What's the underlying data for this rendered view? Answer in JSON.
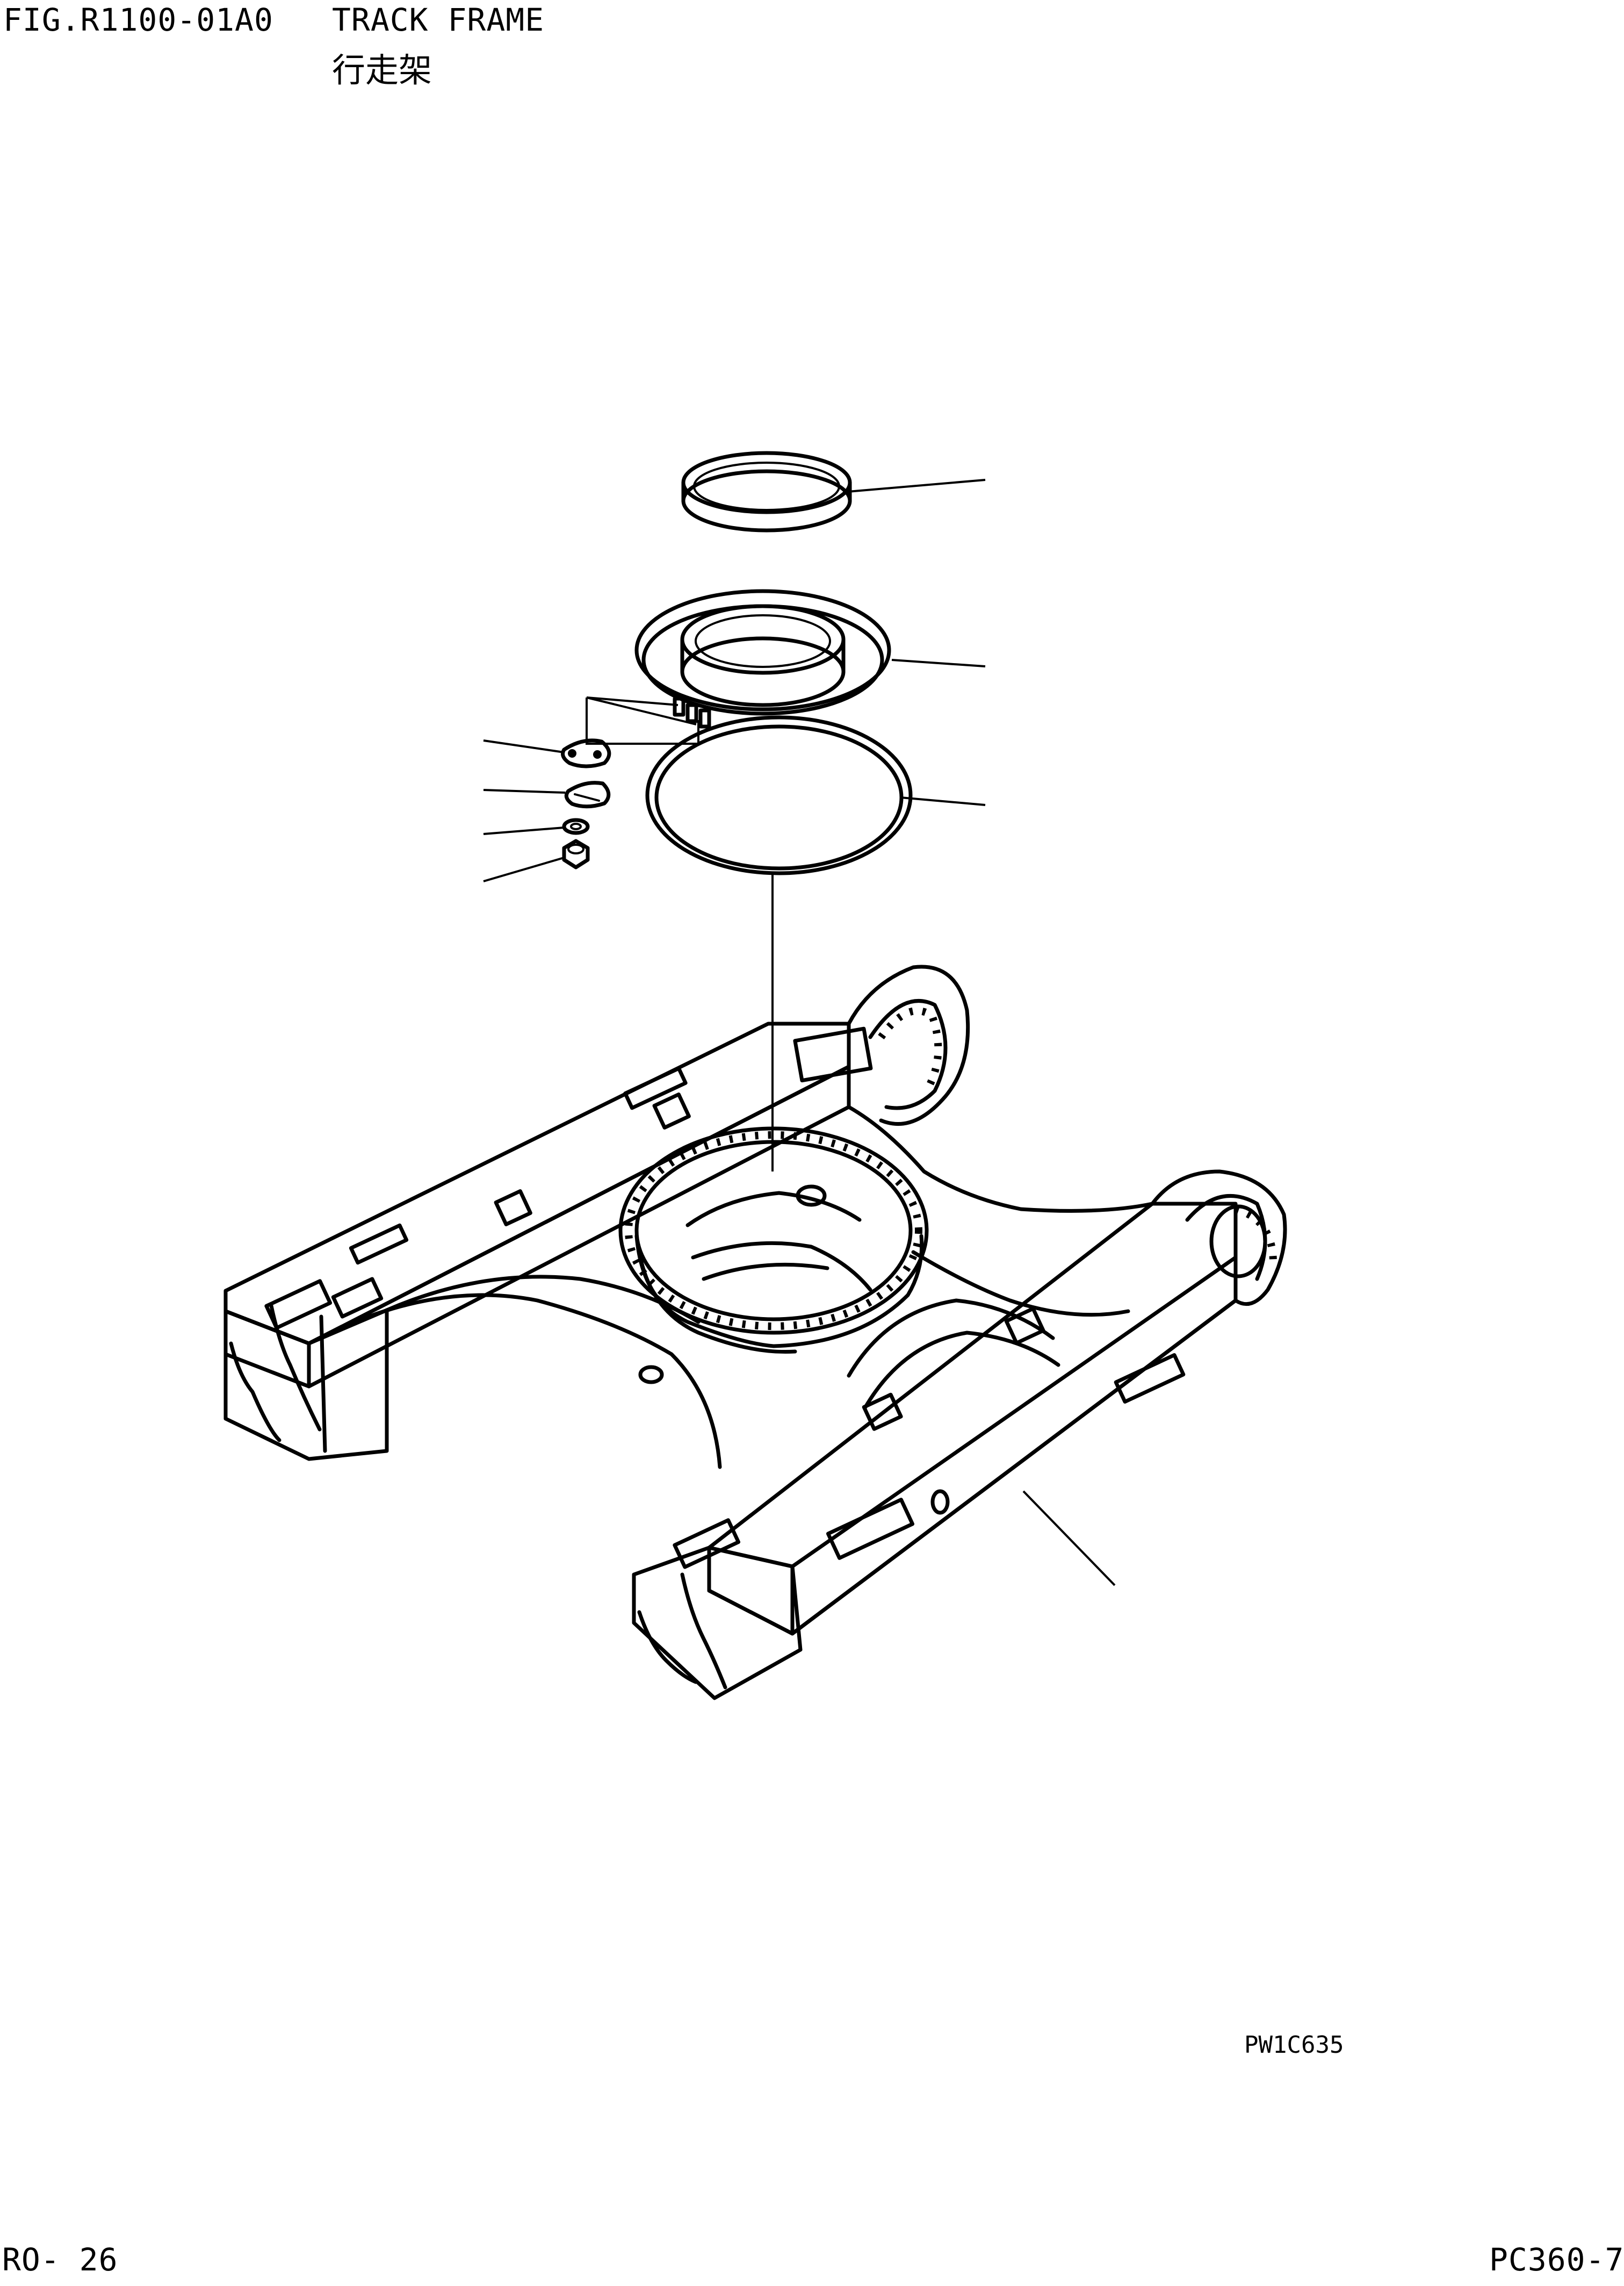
{
  "header": {
    "figure_code": "FIG.R1100-01A0",
    "title_en": "TRACK FRAME",
    "title_cn": "行走架"
  },
  "drawing": {
    "drawing_code": "PW1C635",
    "parts": [
      {
        "name": "retainer-ring"
      },
      {
        "name": "seal-center-cap"
      },
      {
        "name": "o-ring"
      },
      {
        "name": "cover-plate"
      },
      {
        "name": "gasket"
      },
      {
        "name": "washer"
      },
      {
        "name": "bolt"
      },
      {
        "name": "track-frame"
      }
    ]
  },
  "footer": {
    "page": "RO-  26",
    "model": "PC360-7"
  }
}
